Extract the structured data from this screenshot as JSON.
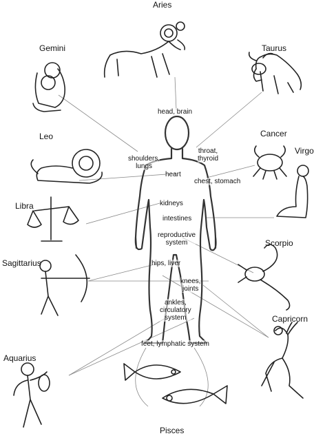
{
  "signs": [
    {
      "id": "aries",
      "name": "Aries",
      "icon": "ram-icon"
    },
    {
      "id": "taurus",
      "name": "Taurus",
      "icon": "bull-icon"
    },
    {
      "id": "gemini",
      "name": "Gemini",
      "icon": "twins-icon"
    },
    {
      "id": "leo",
      "name": "Leo",
      "icon": "lion-icon"
    },
    {
      "id": "cancer",
      "name": "Cancer",
      "icon": "crab-icon"
    },
    {
      "id": "virgo",
      "name": "Virgo",
      "icon": "maiden-icon"
    },
    {
      "id": "libra",
      "name": "Libra",
      "icon": "scales-icon"
    },
    {
      "id": "scorpio",
      "name": "Scorpio",
      "icon": "scorpion-icon"
    },
    {
      "id": "sagittarius",
      "name": "Sagittarius",
      "icon": "archer-icon"
    },
    {
      "id": "capricorn",
      "name": "Capricorn",
      "icon": "goat-icon"
    },
    {
      "id": "aquarius",
      "name": "Aquarius",
      "icon": "water-bearer-icon"
    },
    {
      "id": "pisces",
      "name": "Pisces",
      "icon": "fish-icon"
    }
  ],
  "body_parts": [
    {
      "id": "head",
      "text": "head, brain",
      "sign": "aries"
    },
    {
      "id": "shoulders",
      "text": "shoulders,\nlungs",
      "sign": "gemini"
    },
    {
      "id": "throat",
      "text": "throat,\nthyroid",
      "sign": "taurus"
    },
    {
      "id": "heart",
      "text": "heart",
      "sign": "leo"
    },
    {
      "id": "chest",
      "text": "chest, stomach",
      "sign": "cancer"
    },
    {
      "id": "kidneys",
      "text": "kidneys",
      "sign": "libra"
    },
    {
      "id": "intestines",
      "text": "intestines",
      "sign": "virgo"
    },
    {
      "id": "reproductive",
      "text": "reproductive\nsystem",
      "sign": "scorpio"
    },
    {
      "id": "hips",
      "text": "hips, liver",
      "sign": "sagittarius"
    },
    {
      "id": "knees",
      "text": "knees,\njoints",
      "sign": "capricorn"
    },
    {
      "id": "ankles",
      "text": "ankles,\ncirculatory\nsystem",
      "sign": "aquarius"
    },
    {
      "id": "feet",
      "text": "feet, lymphatic system",
      "sign": "pisces"
    }
  ]
}
